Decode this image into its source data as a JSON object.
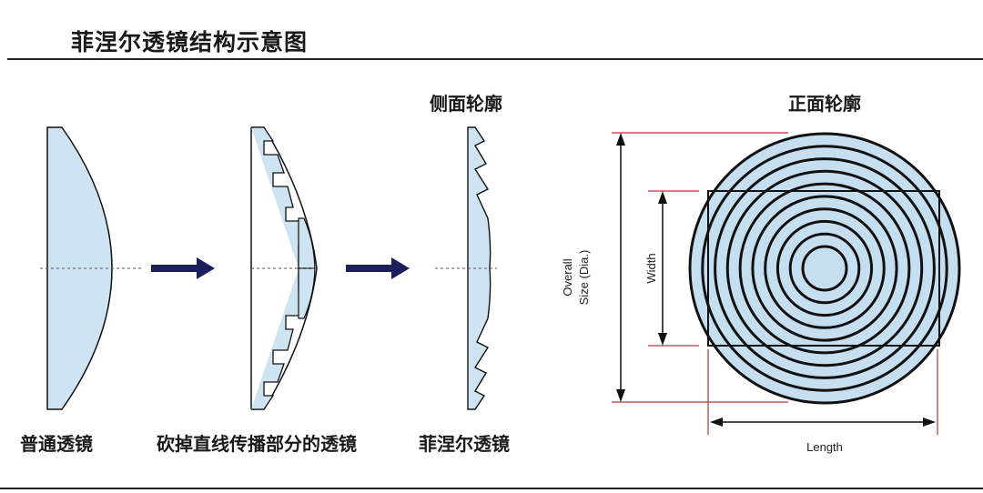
{
  "title": "菲涅尔透镜结构示意图",
  "labels": {
    "side_profile": "侧面轮廓",
    "front_profile": "正面轮廓",
    "ordinary_lens": "普通透镜",
    "cut_lens": "砍掉直线传播部分的透镜",
    "fresnel_lens": "菲涅尔透镜"
  },
  "dimensions": {
    "overall_line1": "Overall",
    "overall_line2": "Size (Dia.)",
    "width": "Width",
    "length": "Length"
  },
  "colors": {
    "lens_fill": "#cfe4f2",
    "ring_fill": "#c5dff1",
    "stroke": "#111111",
    "arrow": "#1b1f5c",
    "dim_line": "#b03a3a"
  },
  "rings": {
    "count": 10
  }
}
